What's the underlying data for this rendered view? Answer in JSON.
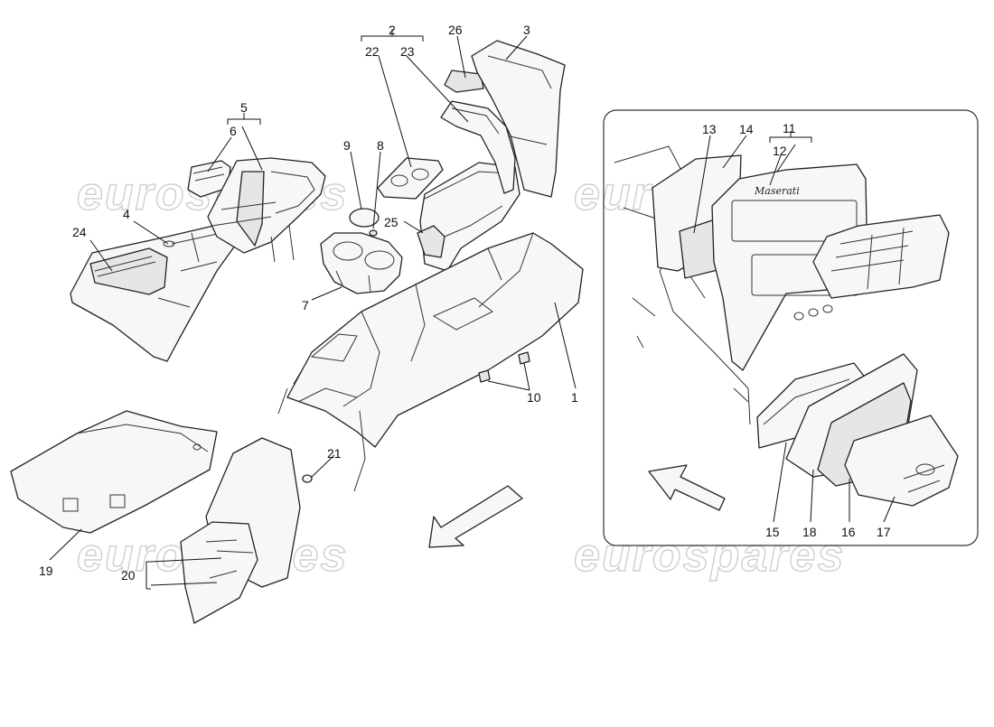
{
  "diagram": {
    "watermark_text": "eurospares",
    "badge_text": "Maserati",
    "callouts": {
      "c1": "1",
      "c2": "2",
      "c3": "3",
      "c4": "4",
      "c5": "5",
      "c6": "6",
      "c7": "7",
      "c8": "8",
      "c9": "9",
      "c10": "10",
      "c11": "11",
      "c12": "12",
      "c13": "13",
      "c14": "14",
      "c15": "15",
      "c16": "16",
      "c17": "17",
      "c18": "18",
      "c19": "19",
      "c20": "20",
      "c21": "21",
      "c22": "22",
      "c23": "23",
      "c24": "24",
      "c25": "25",
      "c26": "26"
    }
  }
}
